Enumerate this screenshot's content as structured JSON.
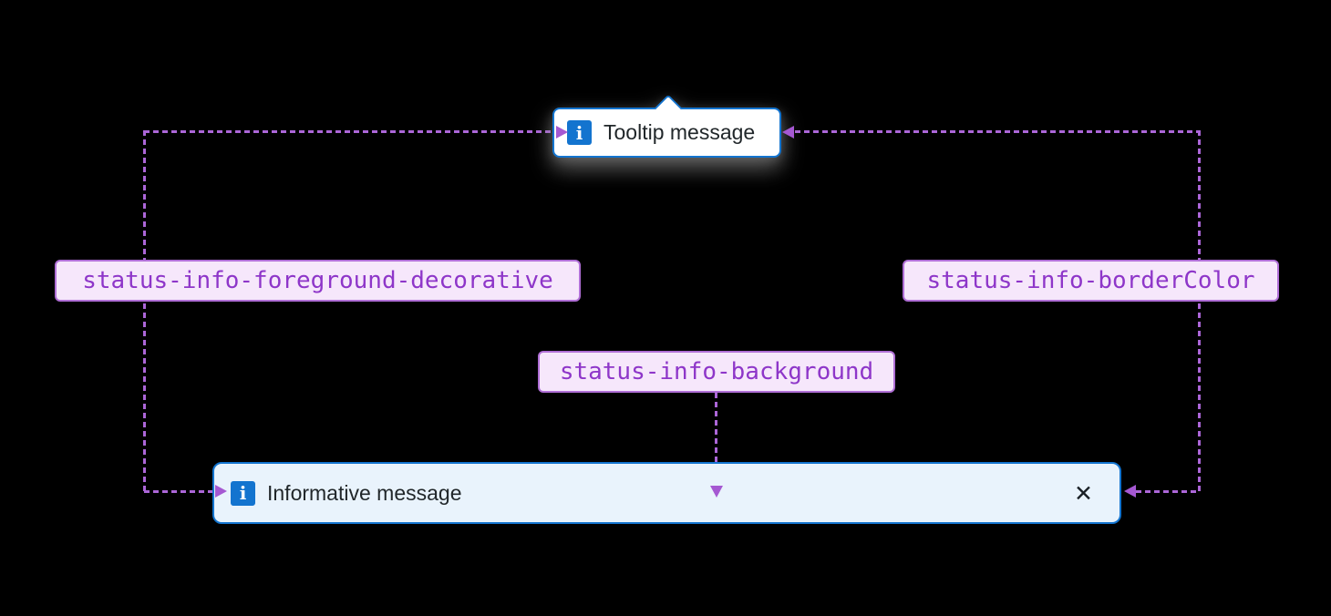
{
  "canvas": {
    "background": "#000000"
  },
  "tooltip": {
    "message": "Tooltip message",
    "info_icon_glyph": "i",
    "background": "#FFFFFF",
    "border_color": "#1374CF",
    "text_color": "#21272A"
  },
  "banner": {
    "message": "Informative message",
    "info_icon_glyph": "i",
    "close_icon_glyph": "✕",
    "background": "#E9F3FC",
    "border_color": "#1374CF",
    "text_color": "#21272A"
  },
  "tokens": {
    "foreground_decorative": {
      "label": "status-info-foreground-decorative"
    },
    "background": {
      "label": "status-info-background"
    },
    "border_color": {
      "label": "status-info-borderColor"
    }
  },
  "token_style": {
    "text_color": "#8E36C9",
    "border_color": "#B06FD6",
    "background": "#F6E7FB"
  },
  "connector": {
    "line_color": "#AC66D8",
    "arrow_color": "#A558D2"
  },
  "info_icon_color": "#1374CF"
}
